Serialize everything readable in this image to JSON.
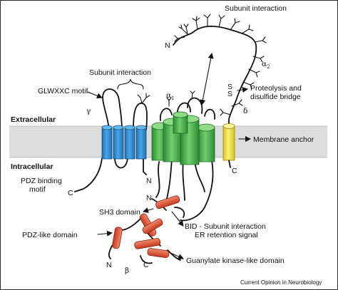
{
  "labels": {
    "subunit_interaction_top": "Subunit interaction",
    "subunit_interaction_mid": "Subunit interaction",
    "glwxxc_motif": "GLWXXC motif",
    "proteolysis_line1": "Proteolysis and",
    "proteolysis_line2": "disulfide bridge",
    "extracellular": "Extracellular",
    "intracellular": "Intracellular",
    "membrane_anchor": "Membrane anchor",
    "pdz_binding_line1": "PDZ binding",
    "pdz_binding_line2": "motif",
    "sh3_domain": "SH3 domain",
    "bid_line1": "BID - Subunit interaction",
    "bid_line2": "ER retention signal",
    "pdz_like_domain": "PDZ-like domain",
    "guanylate_kinase_domain": "Guanylate kinase-like domain",
    "credit": "Current Opinion in Neurobiology"
  },
  "subunits": {
    "gamma": "γ",
    "alpha1": "α",
    "alpha1_sub": "1",
    "alpha2": "α",
    "alpha2_sub": "2",
    "delta": "δ",
    "beta": "β"
  },
  "termini": {
    "n_alpha2": "N",
    "n_gamma": "N",
    "c_gamma": "C",
    "n_beta_top": "N",
    "n_beta_bottom": "N",
    "c_beta": "C",
    "c_delta": "C",
    "s1": "S",
    "s2": "S"
  },
  "colors": {
    "membrane": "#dcdcdc",
    "gamma": "#2d8fd5",
    "alpha1": "#3fae48",
    "delta": "#f2e23a",
    "beta": "#e2553a"
  }
}
